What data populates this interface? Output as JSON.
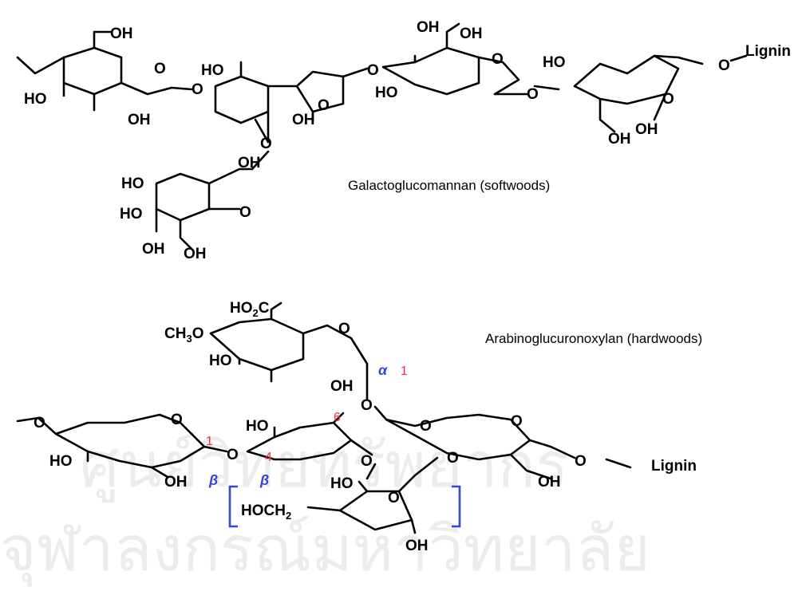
{
  "colors": {
    "bond": "#000000",
    "stereo_label": "#3344dd",
    "position_label": "#ee3344",
    "watermark": "#ececec"
  },
  "watermark": {
    "line1": "ศูนย์วิทยทรัพยากร",
    "line2": "จุฬาลงกรณ์มหาวิทยาลัย"
  },
  "galactoglucomannan": {
    "caption": "Galactoglucomannan (softwoods)",
    "lignin": "Lignin",
    "oh": "OH",
    "ho": "HO",
    "o": "O"
  },
  "arabinoglucuronoxylan": {
    "caption": "Arabinoglucuronoxylan (hardwoods)",
    "lignin": "Lignin",
    "ho2c": "HO",
    "ho2c_sub": "2",
    "ho2c_c": "C",
    "ch3o": "CH",
    "ch3o_sub": "3",
    "ch3o_o": "O",
    "hoch2": "HOCH",
    "hoch2_sub": "2",
    "oh": "OH",
    "ho": "HO",
    "o": "O",
    "alpha": "α",
    "beta": "β",
    "pos1": "1",
    "pos1b": "1",
    "pos4": "4",
    "pos6": "6"
  }
}
